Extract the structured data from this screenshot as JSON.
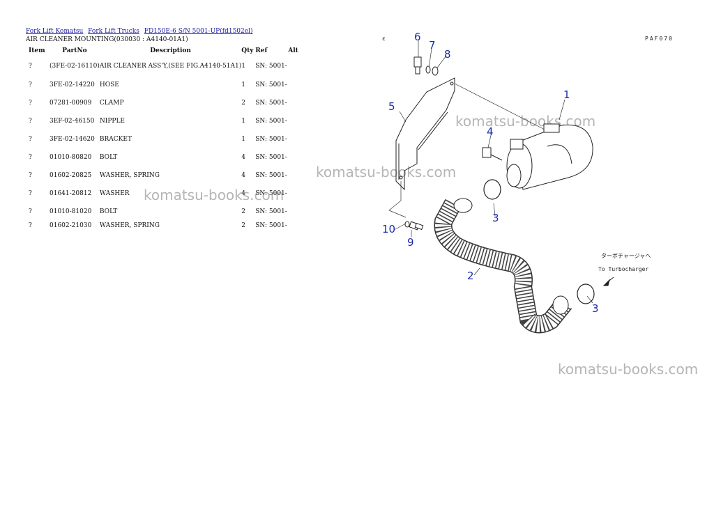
{
  "breadcrumb": [
    "Fork Lift Komatsu",
    "Fork Lift Trucks",
    "FD150E-6 S/N 5001-UP(fd1502el)"
  ],
  "page_title": "AIR CLEANER MOUNTING(030030 : A4140-01A1)",
  "table": {
    "headers": {
      "item": "Item",
      "partno": "PartNo",
      "description": "Description",
      "qty": "Qty",
      "ref": "Ref",
      "alt": "Alt"
    },
    "rows": [
      {
        "item": "?",
        "partno": "(3FE-02-16110)",
        "description": "AIR CLEANER ASS'Y,(SEE FIG.A4140-51A1)",
        "qty": "1",
        "ref": "SN: 5001-"
      },
      {
        "item": "?",
        "partno": "3FE-02-14220",
        "description": "HOSE",
        "qty": "1",
        "ref": "SN: 5001-"
      },
      {
        "item": "?",
        "partno": "07281-00909",
        "description": "CLAMP",
        "qty": "2",
        "ref": "SN: 5001-"
      },
      {
        "item": "?",
        "partno": "3EF-02-46150",
        "description": "NIPPLE",
        "qty": "1",
        "ref": "SN: 5001-"
      },
      {
        "item": "?",
        "partno": "3FE-02-14620",
        "description": "BRACKET",
        "qty": "1",
        "ref": "SN: 5001-"
      },
      {
        "item": "?",
        "partno": "01010-80820",
        "description": "BOLT",
        "qty": "4",
        "ref": "SN: 5001-"
      },
      {
        "item": "?",
        "partno": "01602-20825",
        "description": "WASHER, SPRING",
        "qty": "4",
        "ref": "SN: 5001-"
      },
      {
        "item": "?",
        "partno": "01641-20812",
        "description": "WASHER",
        "qty": "4",
        "ref": "SN: 5001-"
      },
      {
        "item": "?",
        "partno": "01010-81020",
        "description": "BOLT",
        "qty": "2",
        "ref": "SN: 5001-"
      },
      {
        "item": "?",
        "partno": "01602-21030",
        "description": "WASHER, SPRING",
        "qty": "2",
        "ref": "SN: 5001-"
      }
    ]
  },
  "watermarks": [
    "komatsu-books.com",
    "komatsu-books.com",
    "komatsu-books.com",
    "komatsu-books.com"
  ],
  "diagram": {
    "code": "PAF070",
    "corner_mark": "ε",
    "note_jp": "ターボチャージャへ",
    "note_en": "To Turbocharger",
    "callouts": [
      "6",
      "7",
      "8",
      "1",
      "5",
      "4",
      "3",
      "10",
      "9",
      "2",
      "3"
    ],
    "callout_color": "#1a2cb0"
  }
}
